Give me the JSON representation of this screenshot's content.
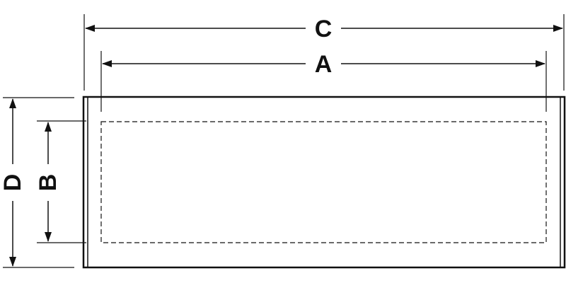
{
  "colors": {
    "line": "#111111",
    "background": "#ffffff"
  },
  "dimensions": {
    "c": {
      "label": "C"
    },
    "a": {
      "label": "A"
    },
    "d": {
      "label": "D"
    },
    "b": {
      "label": "B"
    }
  }
}
